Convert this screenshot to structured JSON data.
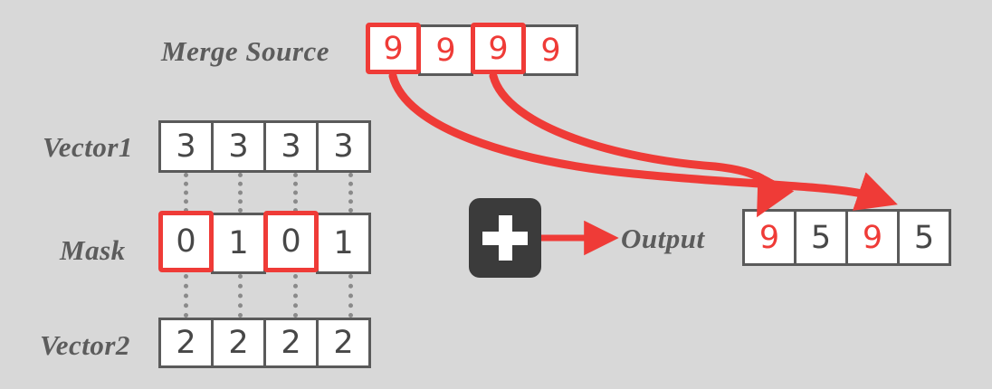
{
  "colors": {
    "background": "#d8d8d8",
    "accent_red": "#ef3b37",
    "cell_border_gray": "#5a5a5a",
    "text_gray": "#5c5c5c",
    "digit_gray": "#474747",
    "plus_box_dark": "#3b3b3b",
    "dotted_gray": "#8a8a8a"
  },
  "rows": {
    "merge_source": {
      "label": "Merge Source",
      "values": [
        "9",
        "9",
        "9",
        "9"
      ],
      "highlighted": [
        true,
        false,
        true,
        false
      ],
      "value_color": "red"
    },
    "vector1": {
      "label": "Vector1",
      "values": [
        "3",
        "3",
        "3",
        "3"
      ],
      "highlighted": [
        false,
        false,
        false,
        false
      ],
      "value_color": "gray"
    },
    "mask": {
      "label": "Mask",
      "values": [
        "0",
        "1",
        "0",
        "1"
      ],
      "highlighted": [
        true,
        false,
        true,
        false
      ],
      "value_color": "gray"
    },
    "vector2": {
      "label": "Vector2",
      "values": [
        "2",
        "2",
        "2",
        "2"
      ],
      "highlighted": [
        false,
        false,
        false,
        false
      ],
      "value_color": "gray"
    },
    "output": {
      "label": "Output",
      "values": [
        "9",
        "5",
        "9",
        "5"
      ],
      "highlighted": [
        false,
        false,
        false,
        false
      ],
      "value_colors": [
        "red",
        "gray",
        "red",
        "gray"
      ]
    }
  },
  "operator": {
    "icon": "plus-icon",
    "symbol": "+"
  },
  "arrows": {
    "operator_to_output": "red-straight-arrow",
    "merge_curves": [
      {
        "from_cell": 1,
        "to_cell": 1,
        "name": "merge-curve-left"
      },
      {
        "from_cell": 3,
        "to_cell": 3,
        "name": "merge-curve-right"
      }
    ]
  }
}
